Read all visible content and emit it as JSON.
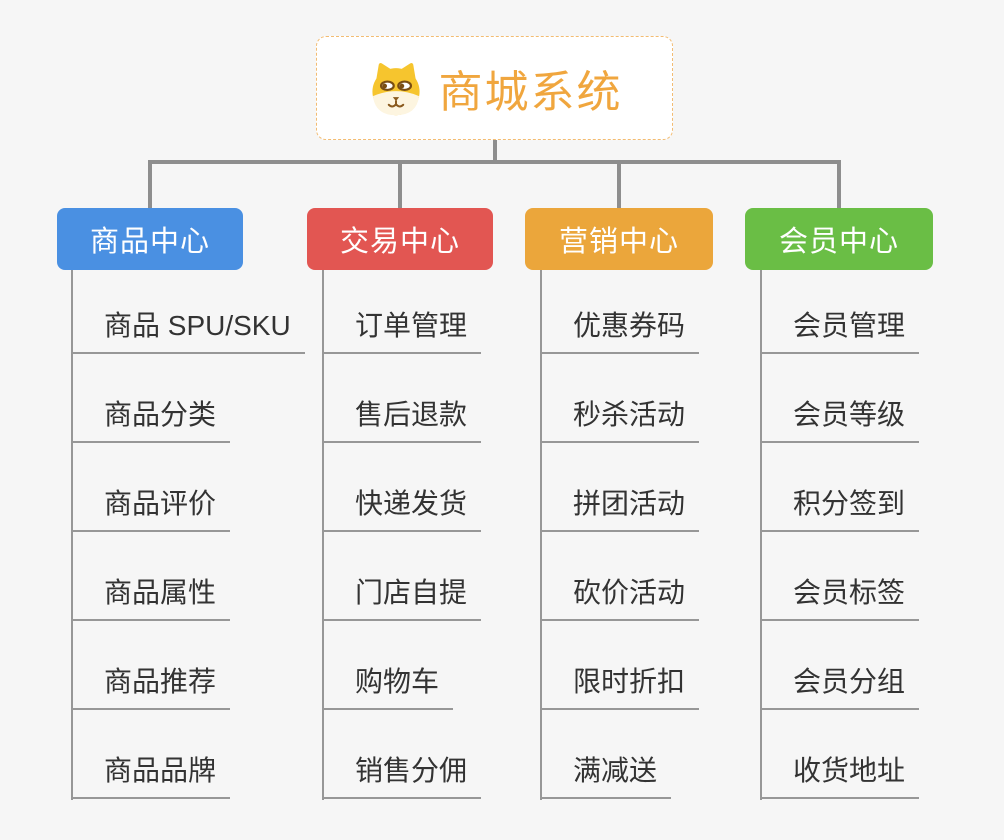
{
  "root": {
    "title": "商城系统",
    "icon": "dog-face-icon"
  },
  "theme": {
    "background": "#f6f6f6",
    "root_accent": "#f0a63e",
    "root_border": "#f3bc72",
    "connector": "#8e8e8e",
    "leaf_line": "#979797",
    "leaf_text": "#333333"
  },
  "branches": [
    {
      "label": "商品中心",
      "color": "#4a90e2",
      "items": [
        "商品 SPU/SKU",
        "商品分类",
        "商品评价",
        "商品属性",
        "商品推荐",
        "商品品牌"
      ]
    },
    {
      "label": "交易中心",
      "color": "#e25652",
      "items": [
        "订单管理",
        "售后退款",
        "快递发货",
        "门店自提",
        "购物车",
        "销售分佣"
      ]
    },
    {
      "label": "营销中心",
      "color": "#eba63b",
      "items": [
        "优惠券码",
        "秒杀活动",
        "拼团活动",
        "砍价活动",
        "限时折扣",
        "满减送"
      ]
    },
    {
      "label": "会员中心",
      "color": "#6abe45",
      "items": [
        "会员管理",
        "会员等级",
        "积分签到",
        "会员标签",
        "会员分组",
        "收货地址"
      ]
    }
  ]
}
